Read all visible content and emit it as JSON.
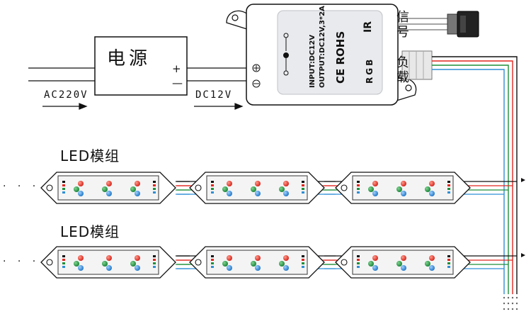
{
  "power_supply": {
    "title": "电源",
    "plus": "+",
    "minus": "—"
  },
  "input_label": "AC220V",
  "output_label": "DC12V",
  "controller": {
    "input_text": "INPUT:DC12V",
    "output_text": "OUTPUT:DC12V,3*2A",
    "cert_text": "CE ROHS",
    "ir_text": "IR",
    "rgb_text": "RGB",
    "signal_label": "信号",
    "load_label": "负载"
  },
  "led_rows": [
    {
      "label": "LED模组",
      "continuation": "· · ·"
    },
    {
      "label": "LED模组",
      "continuation": "· · ·"
    }
  ],
  "colors": {
    "red": "#e2261f",
    "green": "#1f8f3a",
    "blue": "#2f8fd6",
    "black": "#111111"
  }
}
